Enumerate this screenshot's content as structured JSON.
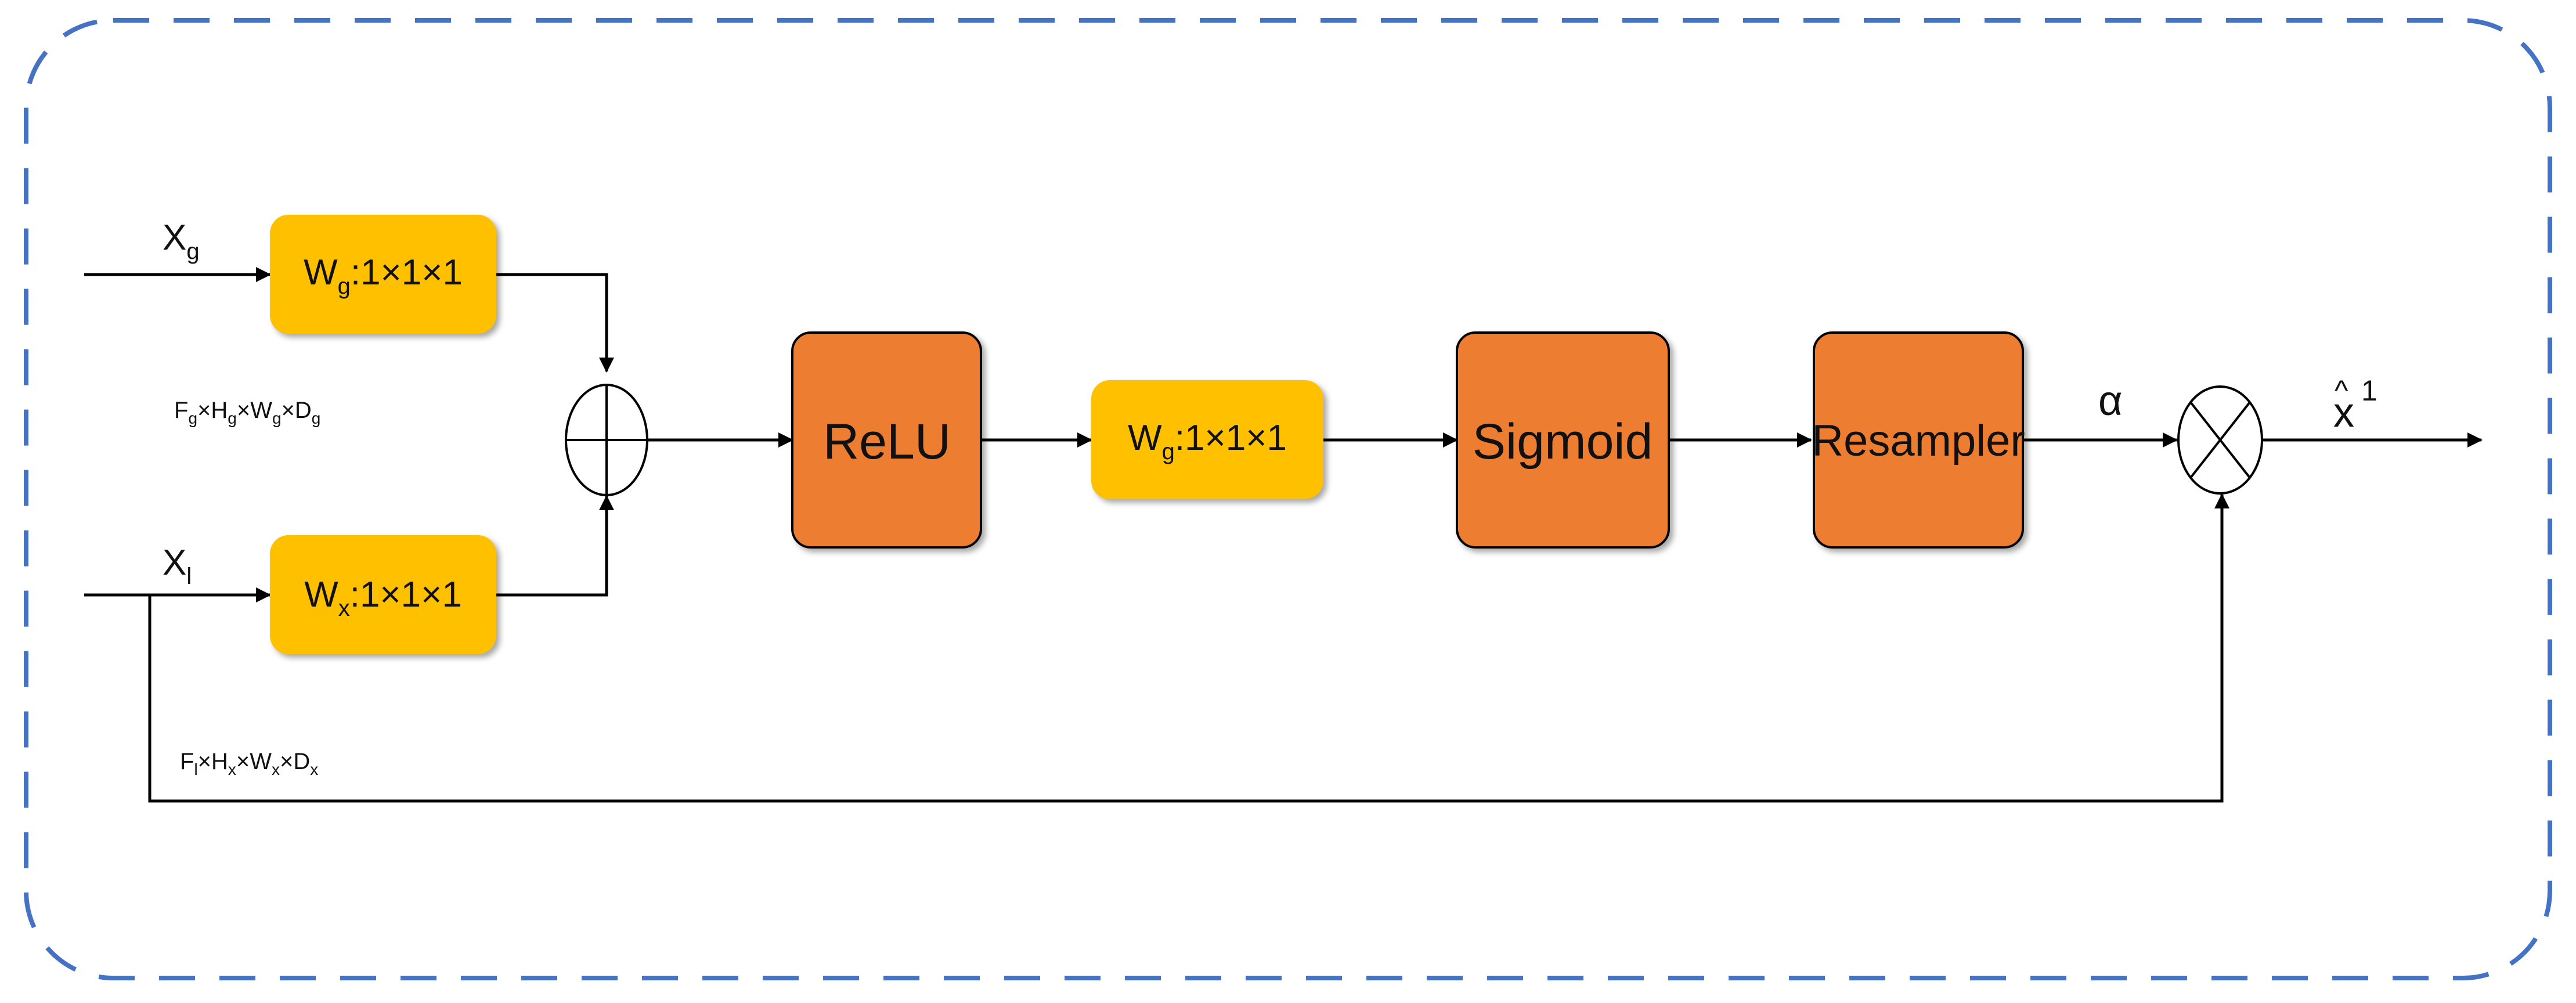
{
  "colors": {
    "frame_dashed": "#4472C4",
    "weight_box_fill": "#FFC000",
    "op_box_fill": "#ED7D31",
    "stroke": "#000000"
  },
  "inputs": {
    "xg": {
      "base": "X",
      "sub": "g"
    },
    "xl": {
      "base": "X",
      "sub": "l"
    }
  },
  "dims": {
    "g": {
      "parts": [
        {
          "base": "F",
          "sub": "g"
        },
        {
          "base": "H",
          "sub": "g"
        },
        {
          "base": "W",
          "sub": "g"
        },
        {
          "base": "D",
          "sub": "g"
        }
      ],
      "sep": "×"
    },
    "x": {
      "parts": [
        {
          "base": "F",
          "sub": "l"
        },
        {
          "base": "H",
          "sub": "x"
        },
        {
          "base": "W",
          "sub": "x"
        },
        {
          "base": "D",
          "sub": "x"
        }
      ],
      "sep": "×"
    }
  },
  "boxes": {
    "wg_top": {
      "base": "W",
      "sub": "g",
      "rest": ":1×1×1"
    },
    "wx": {
      "base": "W",
      "sub": "x",
      "rest": ":1×1×1"
    },
    "wg_mid": {
      "base": "W",
      "sub": "g",
      "rest": ":1×1×1"
    },
    "relu": "ReLU",
    "sigmoid": "Sigmoid",
    "resampler": "Resampler"
  },
  "symbols": {
    "alpha": "α",
    "output_base": "x",
    "output_hat": "^",
    "output_sup": "1"
  },
  "icons": {
    "add": "circle-plus-icon",
    "multiply": "circle-times-icon"
  }
}
